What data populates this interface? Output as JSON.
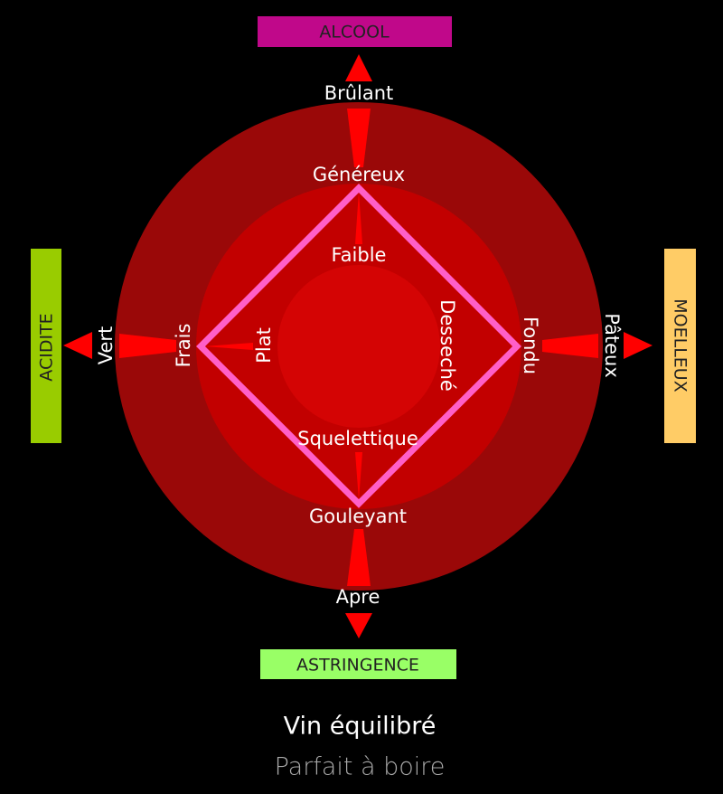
{
  "axes": {
    "top": {
      "label": "ALCOOL",
      "color": "#c0088a",
      "text_color": "#3a0030"
    },
    "left": {
      "label": "ACIDITE",
      "color": "#99cc00",
      "text_color": "#1a2a00"
    },
    "right": {
      "label": "MOELLEUX",
      "color": "#ffcc66",
      "text_color": "#3a2a00"
    },
    "bottom": {
      "label": "ASTRINGENCE",
      "color": "#99ff66",
      "text_color": "#1a3a00"
    }
  },
  "terms": {
    "excess_top": "Brûlant",
    "excess_left": "Vert",
    "excess_right": "Pâteux",
    "excess_bottom": "Apre",
    "balanced_top": "Généreux",
    "balanced_left": "Frais",
    "balanced_right": "Fondu",
    "balanced_bottom": "Gouleyant",
    "lack_top": "Faible",
    "lack_left": "Plat",
    "lack_right": "Desseché",
    "lack_bottom": "Squelettique"
  },
  "caption": {
    "title": "Vin équilibré",
    "subtitle": "Parfait à boire"
  },
  "colors": {
    "outer_ring": "#9a0808",
    "middle_ring": "#c20000",
    "inner_ring": "#d40404",
    "diamond": "#ff5fc8",
    "arrow": "#ff0000"
  }
}
